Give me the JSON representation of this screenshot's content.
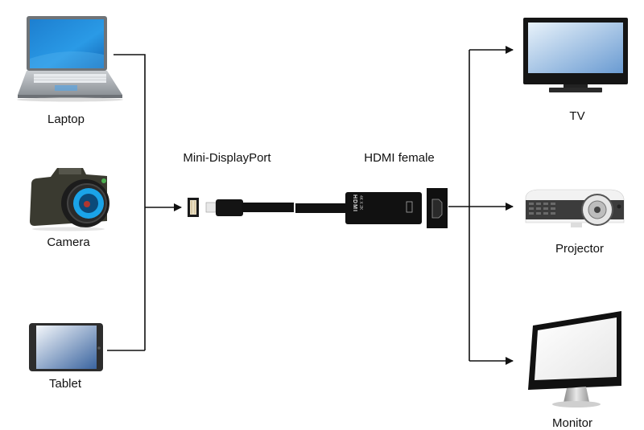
{
  "diagram": {
    "sources": [
      {
        "id": "laptop",
        "label": "Laptop"
      },
      {
        "id": "camera",
        "label": "Camera"
      },
      {
        "id": "tablet",
        "label": "Tablet"
      }
    ],
    "adapter": {
      "input_label": "Mini-DisplayPort",
      "output_label": "HDMI female",
      "print_brand": "HDMI",
      "print_spec": "4K X 2K"
    },
    "outputs": [
      {
        "id": "tv",
        "label": "TV"
      },
      {
        "id": "projector",
        "label": "Projector"
      },
      {
        "id": "monitor",
        "label": "Monitor"
      }
    ]
  },
  "colors": {
    "wire": "#111111",
    "screen_blue": "#2a86d6",
    "device_dark": "#2b2b2b",
    "lens_blue": "#29b6f6"
  }
}
